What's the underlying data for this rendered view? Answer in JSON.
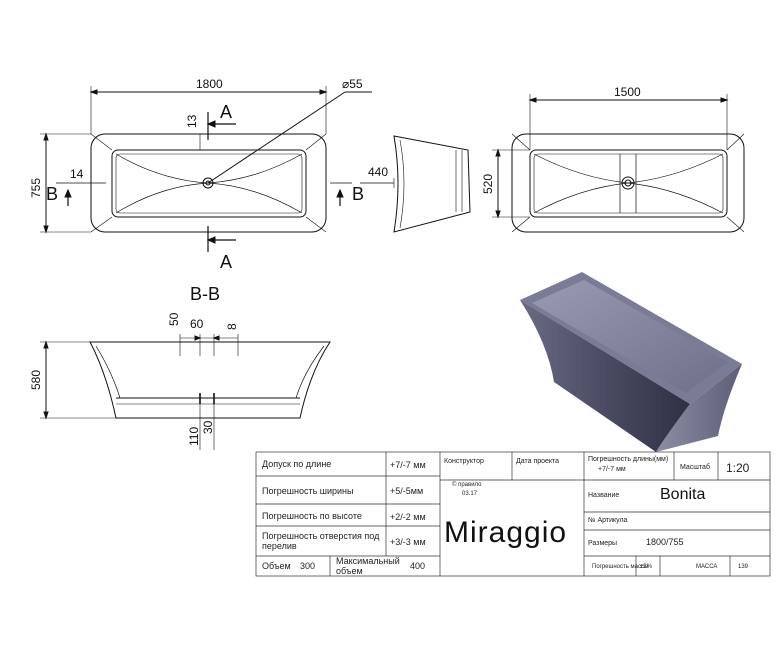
{
  "top_view": {
    "dim_length": "1800",
    "dim_width": "755",
    "dim_hole": "⌀55",
    "dim_offset_13": "13",
    "dim_offset_14": "14",
    "section_a_top": "A",
    "section_a_bottom": "A",
    "section_b_left": "B",
    "section_b_right": "B"
  },
  "side_view": {
    "dim_height": "440"
  },
  "inner_view": {
    "dim_length": "1500",
    "dim_width": "520"
  },
  "section_bb": {
    "title": "B-B",
    "dim_50": "50",
    "dim_60": "60",
    "dim_8": "8",
    "dim_580": "580",
    "dim_110": "110",
    "dim_30": "30"
  },
  "title_block": {
    "tol_length_label": "Допуск по длине",
    "tol_length_value": "+7/-7 мм",
    "tol_width_label": "Погрешность ширины",
    "tol_width_value": "+5/-5мм",
    "tol_height_label": "Погрешность по высоте",
    "tol_height_value": "+2/-2 мм",
    "tol_overflow_label": "Погрешность отверстия под перелив",
    "tol_overflow_value": "+3/-3 мм",
    "volume_label": "Объем",
    "volume_value": "300",
    "max_volume_label": "Максимальный объем",
    "max_volume_value": "400",
    "designer_label": "Конструктор",
    "date_label": "Дата проекта",
    "rights_label": "© правило",
    "rights_value": "03.17",
    "brand": "Miraggio",
    "length_tol_label": "Погрешность длины(мм)",
    "length_tol_value": "+7/-7 мм",
    "scale_label": "Масштаб",
    "scale_value": "1:20",
    "name_label": "Название",
    "name_value": "Bonita",
    "article_label": "№ Артикула",
    "size_label": "Размеры",
    "size_value": "1800/755",
    "mass_tol_label": "Погрешность массы",
    "mass_tol_value": "±3%",
    "mass_label": "МАССА",
    "mass_value": "139"
  },
  "colors": {
    "line": "#111111",
    "tub_top": "#6d6e86",
    "tub_inner": "#8d8ea6",
    "tub_side": "#55566e",
    "tub_front": "#3d3e54"
  }
}
